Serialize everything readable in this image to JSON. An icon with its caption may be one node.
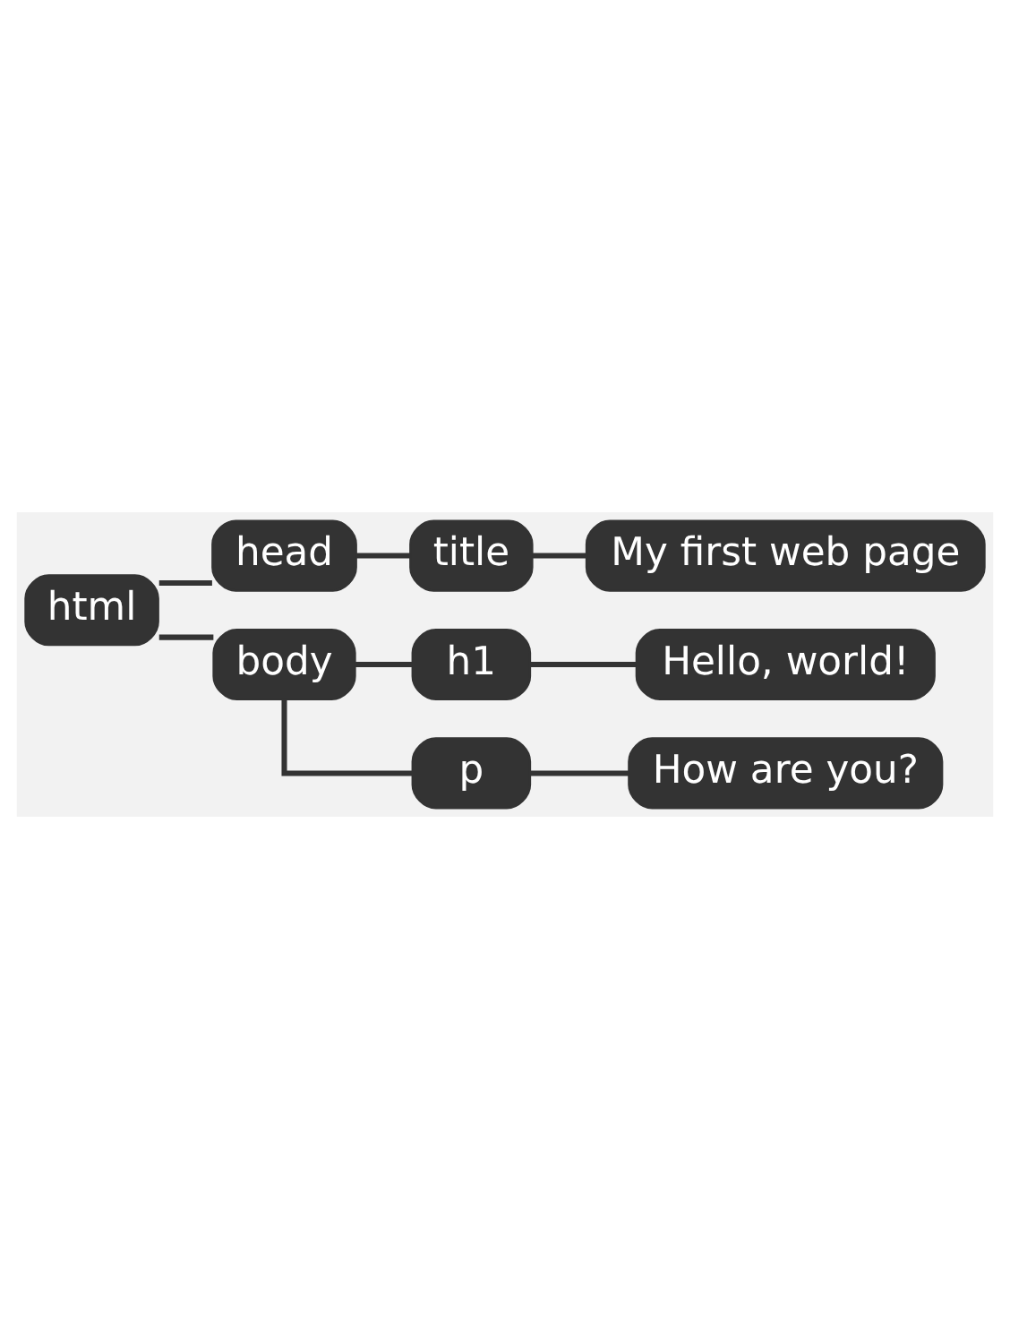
{
  "diagram": {
    "nodes": [
      {
        "text": [
          "html"
        ]
      },
      {
        "text": [
          "head"
        ]
      },
      {
        "text": [
          "title"
        ]
      },
      {
        "text": [
          "My first web page"
        ]
      },
      {
        "text": [
          "body"
        ]
      },
      {
        "text": [
          "h1"
        ]
      },
      {
        "text": [
          "Hello, world!"
        ]
      },
      {
        "text": [
          "p"
        ]
      },
      {
        "text": [
          "How are you?"
        ]
      }
    ],
    "edges": [
      {
        "from": 0,
        "to": 1,
        "arrow": "none"
      },
      {
        "from": 1,
        "to": 2,
        "arrow": "none"
      },
      {
        "from": 2,
        "to": 3,
        "arrow": "none"
      },
      {
        "from": 0,
        "to": 4,
        "arrow": "none"
      },
      {
        "from": 4,
        "to": 5,
        "arrow": "none"
      },
      {
        "from": 5,
        "to": 6,
        "arrow": "none"
      },
      {
        "from": 4,
        "to": 7,
        "arrow": "none"
      },
      {
        "from": 7,
        "to": 8,
        "arrow": "none"
      }
    ]
  }
}
